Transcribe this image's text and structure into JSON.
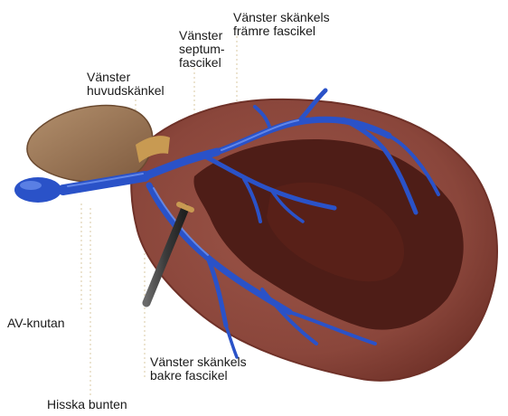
{
  "labels": {
    "left_bundle_branch": [
      "Vänster",
      "huvudskänkel"
    ],
    "left_septal_fascicle": [
      "Vänster",
      "septum-",
      "fascikel"
    ],
    "left_anterior_fascicle": [
      "Vänster skänkels",
      "främre fascikel"
    ],
    "av_node": "AV-knutan",
    "left_posterior_fascicle": [
      "Vänster skänkels",
      "bakre fascikel"
    ],
    "bundle_of_his": "Hisska bunten"
  },
  "colors": {
    "myocardium": "#8e4a3f",
    "myocardium_edge": "#6f3128",
    "cavity": "#4e1d17",
    "conduction": "#2a52c8",
    "conduction_highlight": "#6f93f0",
    "septum_cap": "#9a7556",
    "electrode": "#3f3f3f",
    "leader_line": "#d9c9a3"
  }
}
